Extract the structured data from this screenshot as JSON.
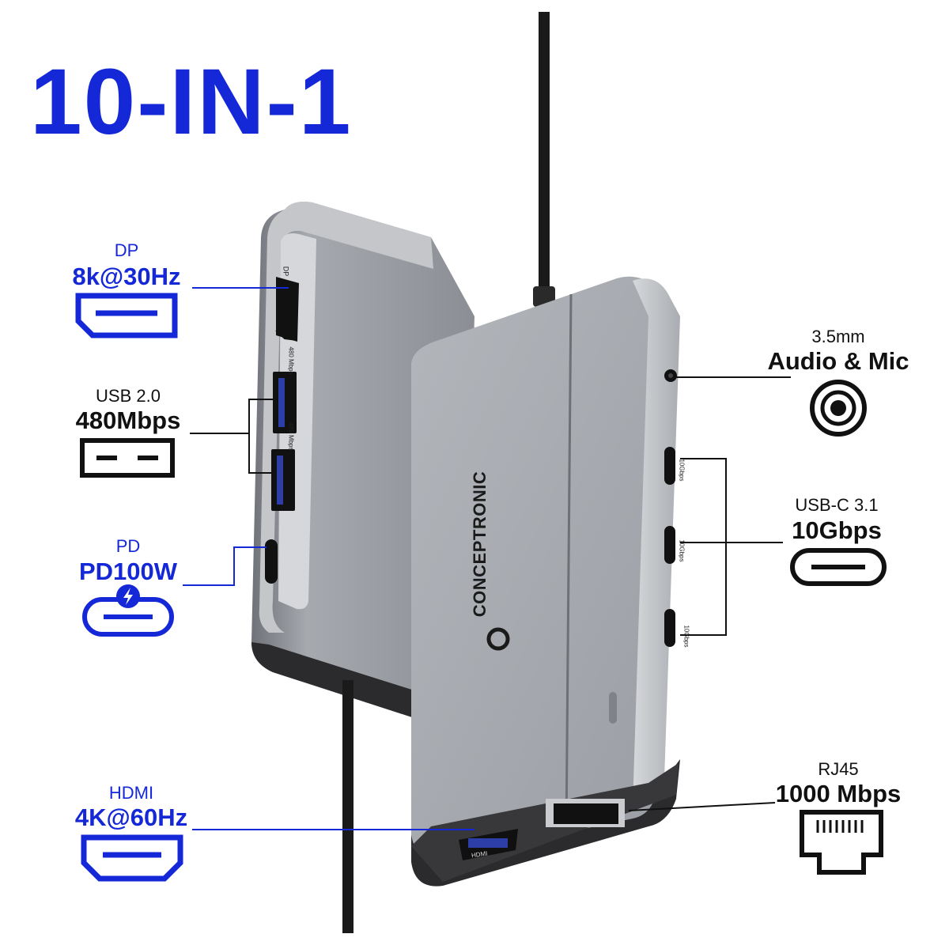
{
  "title": "10-IN-1",
  "brand": "CONCEPTRONIC",
  "colors": {
    "accent_blue": "#1428d8",
    "text_dark": "#111111",
    "device_gray": "#9a9da3"
  },
  "ports": {
    "dp": {
      "name": "DP",
      "spec": "8k@30Hz",
      "icon": "displayport-icon"
    },
    "usb2": {
      "name": "USB 2.0",
      "spec": "480Mbps",
      "icon": "usb-a-icon"
    },
    "pd": {
      "name": "PD",
      "spec": "PD100W",
      "icon": "usb-c-power-icon"
    },
    "hdmi": {
      "name": "HDMI",
      "spec": "4K@60Hz",
      "icon": "hdmi-icon"
    },
    "audio": {
      "name": "3.5mm",
      "spec": "Audio & Mic",
      "icon": "audio-jack-icon"
    },
    "usbc": {
      "name": "USB-C 3.1",
      "spec": "10Gbps",
      "icon": "usb-c-icon"
    },
    "rj45": {
      "name": "RJ45",
      "spec": "1000 Mbps",
      "icon": "ethernet-icon"
    }
  },
  "device_labels": {
    "dp": "DP",
    "usb_speed_line1": "480",
    "usb_speed_line2": "Mbps",
    "usbc_speed": "10Gbps",
    "hdmi": "HDMI"
  }
}
